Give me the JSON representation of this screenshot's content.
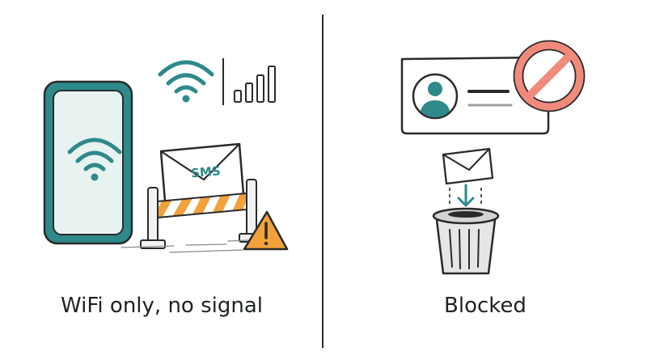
{
  "left_panel": {
    "caption": "WiFi only, no signal",
    "envelope_label": "SMS"
  },
  "right_panel": {
    "caption": "Blocked"
  },
  "icons": {
    "phone": "smartphone-icon",
    "wifi_screen": "wifi-icon",
    "wifi_top": "wifi-icon",
    "signal": "cellular-signal-bars-icon",
    "sms_envelope": "envelope-icon",
    "barrier": "road-barrier-icon",
    "warning": "warning-triangle-icon",
    "contact_card": "contact-card-icon",
    "avatar": "user-avatar-icon",
    "block": "prohibited-icon",
    "mail": "envelope-icon",
    "arrow": "arrow-down-icon",
    "trash": "trash-can-icon"
  },
  "colors": {
    "teal": "#2e8a8a",
    "teal_light": "#e8f2f0",
    "orange": "#f2a23a",
    "block_red": "#f08a7a",
    "ink": "#2a2a2a"
  }
}
